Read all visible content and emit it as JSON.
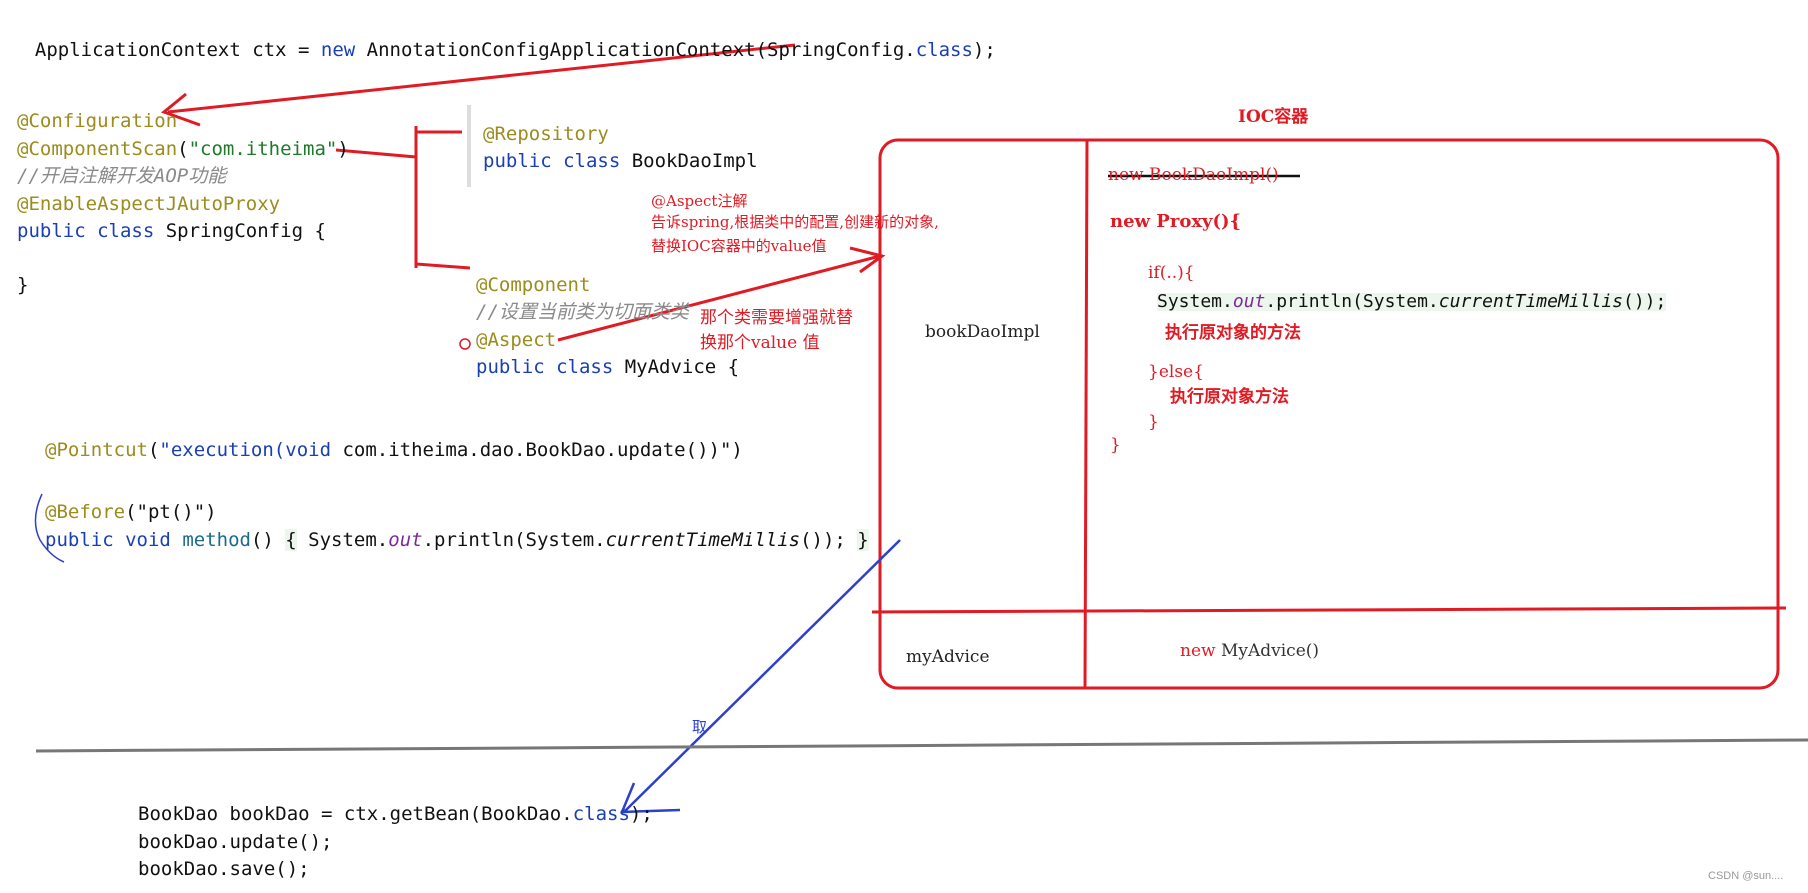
{
  "top": {
    "ctx_prefix": "ApplicationContext ctx = ",
    "ctx_new": "new",
    "ctx_type": " AnnotationConfigApplicationContext(SpringConfig.",
    "ctx_class": "class",
    "ctx_end": ");"
  },
  "config": {
    "configuration": "@Configuration",
    "component_scan": "@ComponentScan",
    "component_scan_open": "(",
    "component_scan_arg": "\"com.itheima\"",
    "component_scan_close": ")",
    "comment": "//开启注解开发AOP功能",
    "enable_aspectj": "@EnableAspectJAutoProxy",
    "public_kw": "public",
    "class_kw": "class",
    "class_decl": " SpringConfig {",
    "close_brace": "}"
  },
  "repository": {
    "annotation": "@Repository",
    "public_kw": "public",
    "class_kw": "class",
    "class_name": " BookDaoImpl"
  },
  "advice": {
    "component": "@Component",
    "comment": "//设置当前类为切面类类",
    "aspect": "@Aspect",
    "public_kw": "public",
    "class_kw": "class",
    "class_decl": " MyAdvice {"
  },
  "notes": {
    "aspect_note_1": "@Aspect注解",
    "aspect_note_2": "告诉spring,根据类中的配置,创建新的对象,",
    "aspect_note_3": "替换IOC容器中的value值",
    "enhance_note_1": "那个类需要增强就替",
    "enhance_note_2": "换那个value 值",
    "get_label": "取"
  },
  "pointcut": {
    "annotation": "@Pointcut",
    "open": "(",
    "expr_a": "\"execution(",
    "expr_void": "void",
    "expr_b": " com.itheima.dao.BookDao.update())\"",
    "close": ")"
  },
  "before": {
    "annotation": "@Before",
    "open": "(",
    "arg": "\"pt()\"",
    "close": ")",
    "public_kw": "public",
    "void_kw": "void",
    "method_name": "method",
    "parens": "() ",
    "lbrace": "{",
    "body_a": " System.",
    "body_out": "out",
    "body_b": ".println(System.",
    "body_ctm": "currentTimeMillis",
    "body_c": "()); ",
    "rbrace": "}"
  },
  "ioc": {
    "title": "IOC容器",
    "row1_key": "bookDaoImpl",
    "row2_key": "myAdvice",
    "struck_value": "new BookDaoImpl()",
    "proxy_new": "new Proxy(){",
    "if_line": "if(..){",
    "println_a": "System.",
    "println_out": "out",
    "println_b": ".println(System.",
    "println_ctm": "currentTimeMillis",
    "println_c": "());",
    "exec_original_1": "执行原对象的方法",
    "else_line": "}else{",
    "exec_original_2": "执行原对象方法",
    "close_if": "}",
    "close_proxy": "}",
    "myadvice_new": "new",
    "myadvice_value": " MyAdvice()"
  },
  "bottom": {
    "line1_a": "BookDao bookDao = ctx.getBean(BookDao.",
    "line1_class": "class",
    "line1_b": ");",
    "line2": "bookDao.update();",
    "line3": "bookDao.save();"
  },
  "watermark": "CSDN @sun...."
}
